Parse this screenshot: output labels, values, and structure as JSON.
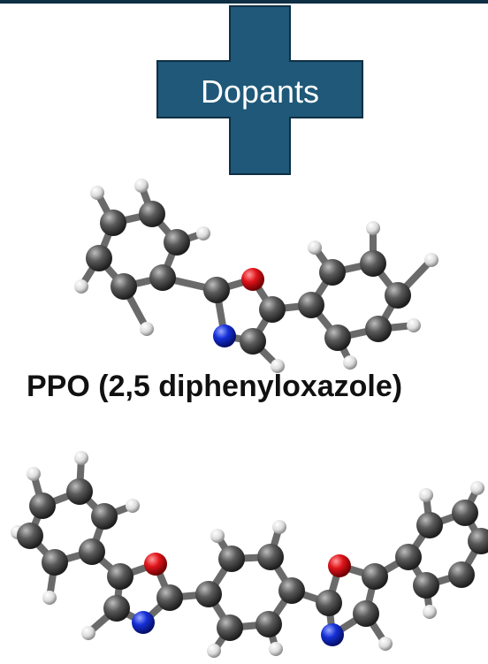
{
  "title": "Dopants",
  "ppo_caption": "PPO (2,5 diphenyloxazole)",
  "colors": {
    "plus_fill": "#1f5878",
    "plus_stroke": "#0e2f44",
    "carbon": "#555555",
    "hydrogen": "#e8e8e8",
    "oxygen": "#e0141a",
    "nitrogen": "#1530d8",
    "bond": "#6a6a6a"
  },
  "atom_types": [
    "C",
    "H",
    "O",
    "N"
  ]
}
